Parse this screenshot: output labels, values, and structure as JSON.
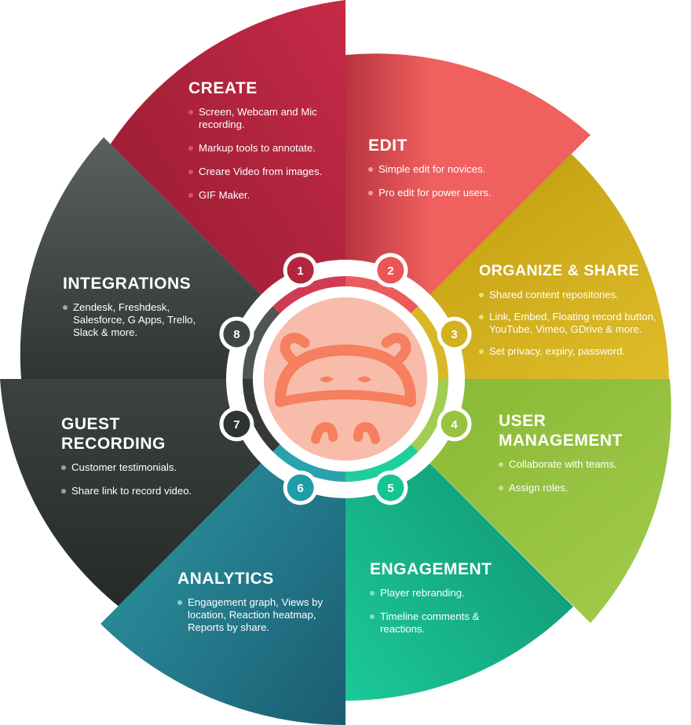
{
  "segments": [
    {
      "num": "1",
      "title": "CREATE",
      "color": "#c42a45",
      "items": [
        "Screen, Webcam and Mic recording.",
        "Markup tools to annotate.",
        "Creare Video from images.",
        "GIF Maker."
      ]
    },
    {
      "num": "2",
      "title": "EDIT",
      "color": "#ee5c5e",
      "items": [
        "Simple edit for novices.",
        "Pro edit for power users."
      ]
    },
    {
      "num": "3",
      "title": "ORGANIZE & SHARE",
      "color": "#d6b51e",
      "items": [
        "Shared content repositories.",
        "Link, Embed, Floating record button, YouTube, Vimeo, GDrive & more.",
        "Set privacy, expiry, password."
      ]
    },
    {
      "num": "4",
      "title": "USER MANAGEMENT",
      "color": "#96c442",
      "items": [
        "Collaborate with teams.",
        "Assign roles."
      ]
    },
    {
      "num": "5",
      "title": "ENGAGEMENT",
      "color": "#19c49a",
      "items": [
        "Player rebranding.",
        "Timeline comments & reactions."
      ]
    },
    {
      "num": "6",
      "title": "ANALYTICS",
      "color": "#2b9aa6",
      "items": [
        "Engagement graph, Views by location, Reaction heatmap, Reports by share."
      ]
    },
    {
      "num": "7",
      "title": "GUEST RECORDING",
      "color": "#2e3231",
      "items": [
        "Customer testimonials.",
        "Share link to record video."
      ]
    },
    {
      "num": "8",
      "title": "INTEGRATIONS",
      "color": "#4b514f",
      "items": [
        "Zendesk, Freshdesk, Salesforce, G Apps, Trello, Slack & more."
      ]
    }
  ],
  "colors": {
    "create_dark": "#8e1a2e",
    "create_light": "#c62a47",
    "edit": "#f0605f",
    "organize_dark": "#c9a717",
    "organize_light": "#dfbd2a",
    "user_dark": "#84b632",
    "user_light": "#a3cc4c",
    "engage_dark": "#0d8a6c",
    "engage_light": "#1cc898",
    "analytics_dark": "#1c5c72",
    "analytics_light": "#2ea1ab",
    "guest_dark": "#252a29",
    "guest_light": "#3c4241",
    "integ_dark": "#2f3534",
    "integ_light": "#5a605e",
    "ring_inner": "#f7bdaa",
    "mascot": "#f57f5e"
  },
  "icons": [
    "hippo-logo-icon"
  ]
}
